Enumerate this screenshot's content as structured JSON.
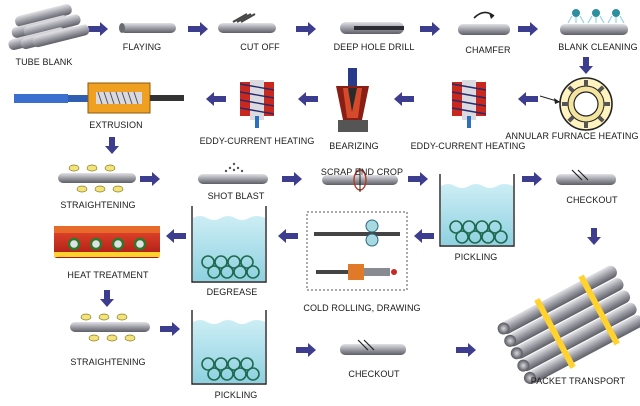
{
  "colors": {
    "arrow": "#3d3d8f",
    "tube": "#9a9aa2",
    "water": "#9fd9e6",
    "furnace_red": "#c8281e",
    "yellow": "#ffd22e"
  },
  "steps": {
    "tube_blank": "TUBE BLANK",
    "flaying": "FLAYING",
    "cut_off": "CUT OFF",
    "deep_hole_drill": "DEEP HOLE DRILL",
    "chamfer": "CHAMFER",
    "blank_cleaning": "BLANK CLEANING",
    "annular_furnace_heating": "ANNULAR FURNACE HEATING",
    "eddy_current_heating_1": "EDDY-CURRENT HEATING",
    "bearizing": "BEARIZING",
    "eddy_current_heating_2": "EDDY-CURRENT HEATING",
    "extrusion": "EXTRUSION",
    "straightening_1": "STRAIGHTENING",
    "shot_blast": "SHOT BLAST",
    "scrap_end_crop": "SCRAP END CROP",
    "pickling_1": "PICKLING",
    "checkout_1": "CHECKOUT",
    "heat_treatment": "HEAT TREATMENT",
    "degrease": "DEGREASE",
    "cold_rolling_drawing": "COLD ROLLING, DRAWING",
    "straightening_2": "STRAIGHTENING",
    "pickling_2": "PICKLING",
    "checkout_2": "CHECKOUT",
    "packet_transport": "PACKET TRANSPORT"
  }
}
